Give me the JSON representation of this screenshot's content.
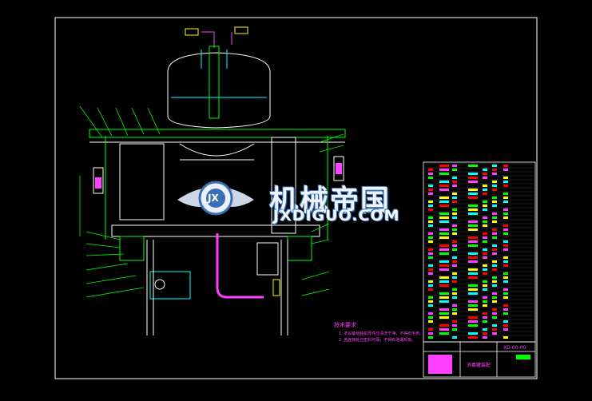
{
  "watermark": {
    "brand": "机械帝国",
    "site": "JXDIGUO.COM",
    "badge": "JX"
  },
  "notes": {
    "title": "技术要求",
    "lines": [
      "1. 本设备组装前零件应清洗干净，不得有毛刺。",
      "2. 各连接处应密封可靠，不得有泄漏现象。"
    ]
  },
  "title_block": {
    "drawing_name": "消毒罐装配",
    "drawing_no": "XD-00-00"
  },
  "colors": {
    "background": "#000000",
    "frame": "#ffffff",
    "cad_green": "#00ff00",
    "cad_cyan": "#00ffff",
    "cad_red": "#ff0000",
    "cad_magenta": "#ff00ff",
    "cad_yellow": "#ffff00",
    "cad_blue": "#0000ff"
  }
}
